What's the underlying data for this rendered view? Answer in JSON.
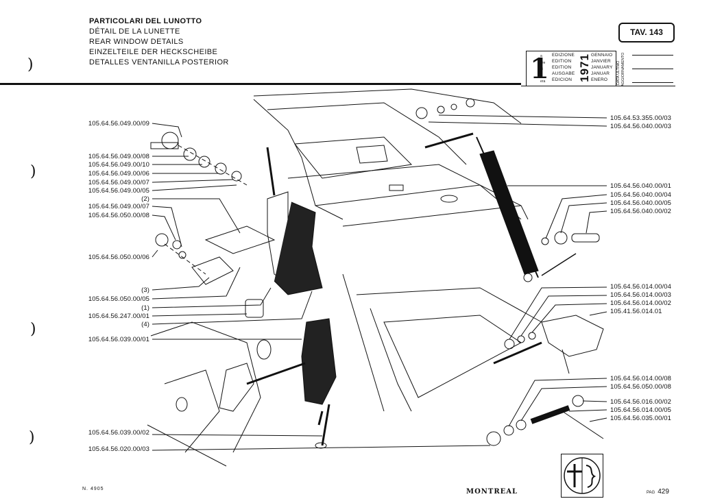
{
  "header": {
    "title_lines": [
      "PARTICOLARI DEL LUNOTTO",
      "DÉTAIL DE LA LUNETTE",
      "REAR WINDOW DETAILS",
      "EINZELTEILE DER HECKSCHEIBE",
      "DETALLES VENTANILLA POSTERIOR"
    ],
    "table_ref": "TAV. 143"
  },
  "edition": {
    "number": "1",
    "suffixes": [
      "a",
      "ère",
      "st",
      ".",
      "era"
    ],
    "labels": [
      "EDIZIONE",
      "EDITION",
      "EDITION",
      "AUSGABE",
      "EDICION"
    ],
    "year": "1971",
    "months": [
      "GENNAIO",
      "JANVIER",
      "JANUARY",
      "JANUAR",
      "ENERO"
    ],
    "update_label_1": "DATA ULTIMO",
    "update_label_2": "AGGIORNAMENTO"
  },
  "labels_left": [
    "105.64.56.049.00/09",
    "105.64.56.049.00/08",
    "105.64.56.049.00/10",
    "105.64.56.049.00/06",
    "105.64.56.049.00/07",
    "105.64.56.049.00/05",
    "(2)",
    "105.64.56.049.00/07",
    "105.64.56.050.00/08",
    "105.64.56.050.00/06",
    "(3)",
    "105.64.56.050.00/05",
    "(1)",
    "105.64.56.247.00/01",
    "(4)",
    "105.64.56.039.00/01",
    "105.64.56.039.00/02",
    "105.64.56.020.00/03"
  ],
  "labels_right": [
    "105.64.53.355.00/03",
    "105.64.56.040.00/03",
    "105.64.56.040.00/01",
    "105.64.56.040.00/04",
    "105.64.56.040.00/05",
    "105.64.56.040.00/02",
    "105.64.56.014.00/04",
    "105.64.56.014.00/03",
    "105.64.56.014.00/02",
    "105.41.56.014.01",
    "105.64.56.014.00/08",
    "105.64.56.050.00/08",
    "105.64.56.016.00/02",
    "105.64.56.014.00/05",
    "105.64.56.035.00/01"
  ],
  "footer": {
    "doc_number": "N. 4905",
    "brand": "MONTREAL",
    "page_prefix": "PAG",
    "page_number": "429"
  }
}
